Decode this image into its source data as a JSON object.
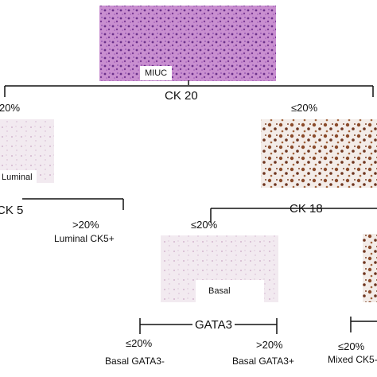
{
  "nodes": {
    "root_tile_label": "MIUC",
    "root_marker": "CK 20",
    "left_threshold": "20%",
    "right_threshold": "≤20%",
    "left_tile_label": "Luminal",
    "left_marker": "CK 5",
    "left_right_threshold": ">20%",
    "left_right_outcome": "Luminal CK5+",
    "right_marker": "CK 18",
    "basal_threshold": "≤20%",
    "basal_tile_label": "Basal",
    "basal_marker": "GATA3",
    "gata_left_threshold": "≤20%",
    "gata_left_outcome": "Basal GATA3-",
    "gata_right_threshold": ">20%",
    "gata_right_outcome": "Basal GATA3+",
    "mixed_threshold": "≤20%",
    "mixed_outcome": "Mixed CK5-"
  },
  "colors": {
    "he_stain": "#b06ab0",
    "ihc_brown": "#8a4a2a",
    "ihc_background": "#efe6ee"
  }
}
